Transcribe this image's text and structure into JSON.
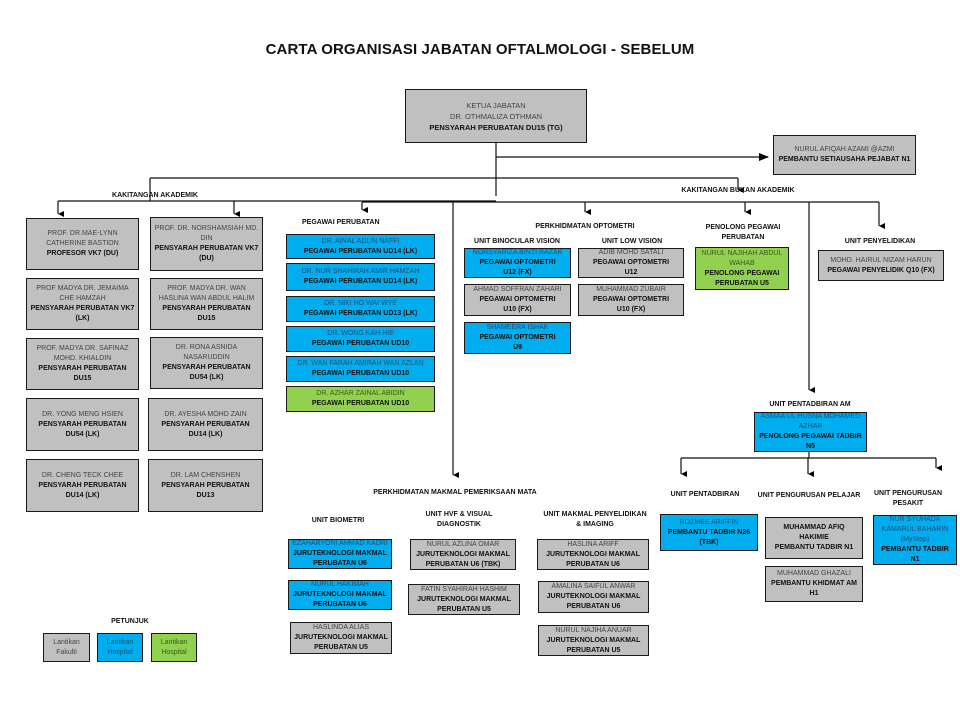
{
  "title": "CARTA ORGANISASI JABATAN OFTALMOLOGI - SEBELUM",
  "colors": {
    "faculty": "#c0c0c0",
    "hospital_blue": "#00aeef",
    "hospital_green": "#92d050"
  },
  "head": {
    "position": "KETUA JABATAN",
    "name": "DR. OTHMALIZA OTHMAN",
    "role": "PENSYARAH PERUBATAN DU15 (TG)"
  },
  "secretary": {
    "name": "NURUL AFIQAH AZAMI @AZMI",
    "role": "PEMBANTU SETIAUSAHA PEJABAT N1"
  },
  "academic": {
    "label": "KAKITANGAN AKADEMIK",
    "staff": [
      {
        "name": "PROF. DR.MAE-LYNN CATHERINE BASTION",
        "role": "PROFESOR VK7 (DU)"
      },
      {
        "name": "PROF. DR. NORSHAMSIAH MD. DIN",
        "role": "PENSYARAH PERUBATAN VK7 (DU)"
      },
      {
        "name": "PROF MADYA DR. JEMAIMA CHE HAMZAH",
        "role": "PENSYARAH PERUBATAN VK7 (LK)"
      },
      {
        "name": "PROF. MADYA DR. WAN HASLINA WAN ABDUL HALIM",
        "role": "PENSYARAH PERUBATAN DU15"
      },
      {
        "name": "PROF. MADYA DR. SAFINAZ MOHD. KHIALDIN",
        "role": "PENSYARAH PERUBATAN DU15"
      },
      {
        "name": "DR. RONA ASNIDA NASARUDDIN",
        "role": "PENSYARAH PERUBATAN DU54 (LK)"
      },
      {
        "name": "DR. YONG MENG HSIEN",
        "role": "PENSYARAH PERUBATAN DU54 (LK)"
      },
      {
        "name": "DR. AYESHA MOHD ZAIN",
        "role": "PENSYARAH PERUBATAN DU14 (LK)"
      },
      {
        "name": "DR. CHENG TECK CHEE",
        "role": "PENSYARAH PERUBATAN DU14 (LK)"
      },
      {
        "name": "DR. LAM CHENSHEN",
        "role": "PENSYARAH PERUBATAN DU13"
      }
    ]
  },
  "non_academic": {
    "label": "KAKITANGAN BUKAN AKADEMIK"
  },
  "medical_officers": {
    "label": "PEGAWAI PERUBATAN",
    "staff": [
      {
        "name": "DR. AINAL ADLIN NAFFI",
        "role": "PEGAWAI PERUBATAN UD14 (LK)"
      },
      {
        "name": "DR. NUR SHAHIRAH AMIR HAMZAH",
        "role": "PEGAWAI PERUBATAN UD14 (LK)"
      },
      {
        "name": "DR. NIKI HO WAI WYE",
        "role": "PEGAWAI PERUBATAN UD13 (LK)"
      },
      {
        "name": "DR. WONG KAH HIE",
        "role": "PEGAWAI PERUBATAN UD10"
      },
      {
        "name": "DR. WAN FARAH AMIRAH WAN AZLAN",
        "role": "PEGAWAI PERUBATAN UD10"
      },
      {
        "name": "DR. AZHAR ZAINAL ABIDIN",
        "role": "PEGAWAI PERUBATAN UD10"
      }
    ]
  },
  "optometry": {
    "label": "PERKHIDMATAN OPTOMETRI",
    "binocular": {
      "label": "UNIT BINOCULAR VISION",
      "staff": [
        {
          "name": "NORSYARIZA BINTI RAZAK",
          "role1": "PEGAWAI OPTOMETRI",
          "role2": "U12 (FX)"
        },
        {
          "name": "AHMAD SOFFRAN ZAHARI",
          "role1": "PEGAWAI OPTOMETRI",
          "role2": "U10 (FX)"
        },
        {
          "name": "SHAMEERA ISHAK",
          "role1": "PEGAWAI OPTOMETRI",
          "role2": "U9"
        }
      ]
    },
    "low_vision": {
      "label": "UNIT LOW VISION",
      "staff": [
        {
          "name": "ADIB MOHD SATALI",
          "role1": "PEGAWAI OPTOMETRI",
          "role2": "U12"
        },
        {
          "name": "MUHAMMAD ZUBAIR",
          "role1": "PEGAWAI OPTOMETRI",
          "role2": "U10 (FX)"
        }
      ]
    }
  },
  "assistant_mo": {
    "label": "PENOLONG PEGAWAI PERUBATAN",
    "name": "NURUL NAJIHAH ABDUL WAHAB",
    "role": "PENOLONG PEGAWAI PERUBATAN U5"
  },
  "research": {
    "label": "UNIT PENYELIDIKAN",
    "name": "MOHD. HAIRUL NIZAM HARUN",
    "role": "PEGAWAI PENYELIDIK Q10 (FX)"
  },
  "general_admin": {
    "label": "UNIT PENTADBIRAN AM",
    "name": "ASMAA UL HUSNA MOHAMED AZHAR",
    "role": "PENOLONG PEGAWAI TADBIR N5"
  },
  "admin": {
    "label": "UNIT PENTADBIRAN",
    "name": "ROZMEE ARIFFIN",
    "role": "PEMBANTU TADBIR N26 (TBK)"
  },
  "student": {
    "label": "UNIT PENGURUSAN PELAJAR",
    "staff": [
      {
        "name": "MUHAMMAD AFIQ HAKIMIE",
        "role": "PEMBANTU TADBIR N1"
      },
      {
        "name": "MUHAMMAD GHAZALI",
        "role": "PEMBANTU KHIDMAT AM H1"
      }
    ]
  },
  "patient": {
    "label": "UNIT PENGURUSAN PESAKIT",
    "name": "NUR SYUHADA KAMARUL BAHARIN (MyStep)",
    "role": "PEMBANTU TADBIR N1"
  },
  "lab": {
    "label": "PERKHIDMATAN MAKMAL PEMERIKSAAN MATA",
    "biometry": {
      "label": "UNIT BIOMETRI",
      "staff": [
        {
          "name": "EZAHARYONI AHMAD KADRI",
          "role": "JURUTEKNOLOGI MAKMAL PERUBATAN U6"
        },
        {
          "name": "NURUL HAKIMAH",
          "role": "JURUTEKNOLOGI MAKMAL PERUBATAN U6"
        },
        {
          "name": "HASLINDA ALIAS",
          "role": "JURUTEKNOLOGI MAKMAL PERUBATAN U5"
        }
      ]
    },
    "hvf": {
      "label": "UNIT HVF & VISUAL DIAGNOSTIK",
      "staff": [
        {
          "name": "NURUL AZLINA OMAR",
          "role": "JURUTEKNOLOGI MAKMAL PERUBATAN U6 (TBK)"
        },
        {
          "name": "FATIN SYAHIRAH HASHIM",
          "role": "JURUTEKNOLOGI MAKMAL PERUBATAN U5"
        }
      ]
    },
    "imaging": {
      "label": "UNIT MAKMAL PENYELIDIKAN & IMAGING",
      "staff": [
        {
          "name": "HASLINA ARIFF",
          "role": "JURUTEKNOLOGI MAKMAL PERUBATAN U6"
        },
        {
          "name": "AMALINA SAIFUL ANWAR",
          "role": "JURUTEKNOLOGI MAKMAL PERUBATAN U6"
        },
        {
          "name": "NURUL NAJIHA ANUAR",
          "role": "JURUTEKNOLOGI MAKMAL PERUBATAN U5"
        }
      ]
    }
  },
  "legend": {
    "label": "PETUNJUK",
    "items": [
      {
        "text": "Lantikan Fakulti",
        "color": "#c0c0c0"
      },
      {
        "text": "Lantikan Hospital",
        "color": "#00aeef"
      },
      {
        "text": "Lantikan Hospital",
        "color": "#92d050"
      }
    ]
  }
}
